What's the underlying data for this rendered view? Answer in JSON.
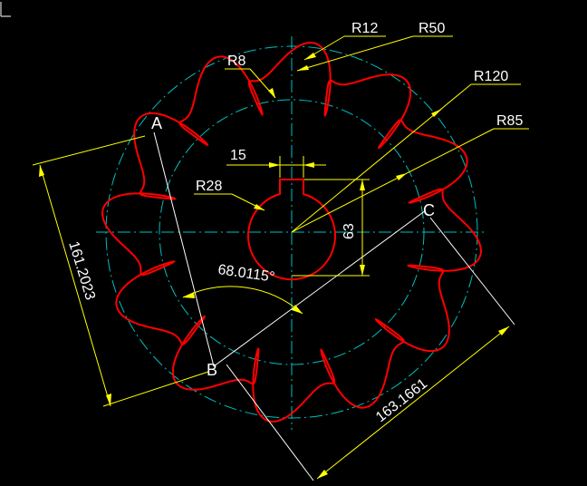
{
  "labels": {
    "r12": "R12",
    "r50": "R50",
    "r8": "R8",
    "r120": "R120",
    "r85": "R85",
    "r28": "R28",
    "w15": "15",
    "h63": "63",
    "angle": "68.0115°",
    "dim_ab": "161.2023",
    "dim_bc": "163.1661",
    "point_a": "A",
    "point_b": "B",
    "point_c": "C"
  },
  "colors": {
    "background": "#000000",
    "profile": "#ff0000",
    "centerline": "#00bfbf",
    "dimension": "#ffff00",
    "text": "#ffffff",
    "construction": "#ffffff"
  }
}
